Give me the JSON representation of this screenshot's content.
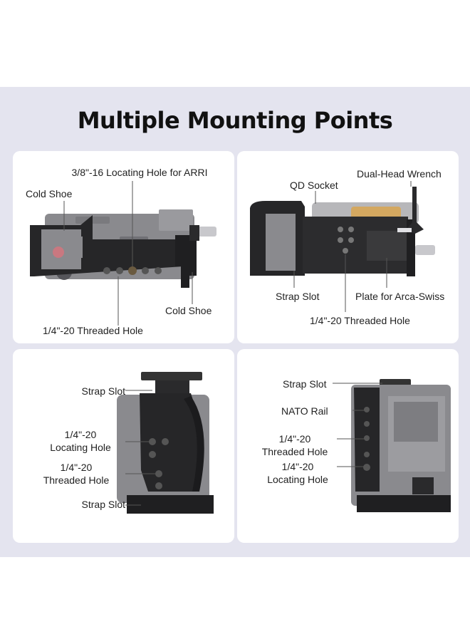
{
  "title": "Multiple Mounting Points",
  "panel_top_left": {
    "locating_hole_arri": "3/8\"-16 Locating Hole for ARRI",
    "cold_shoe_left": "Cold Shoe",
    "cold_shoe_right": "Cold Shoe",
    "threaded_hole": "1/4\"-20 Threaded Hole"
  },
  "panel_top_right": {
    "qd_socket": "QD Socket",
    "dual_head_wrench": "Dual-Head Wrench",
    "strap_slot": "Strap Slot",
    "plate_arca": "Plate for Arca-Swiss",
    "threaded_hole": "1/4\"-20 Threaded Hole"
  },
  "panel_bottom_left": {
    "strap_slot_top": "Strap Slot",
    "locating_hole_1": "1/4\"-20",
    "locating_hole_2": "Locating Hole",
    "threaded_hole_1": "1/4\"-20",
    "threaded_hole_2": "Threaded Hole",
    "strap_slot_bottom": "Strap Slot"
  },
  "panel_bottom_right": {
    "strap_slot": "Strap Slot",
    "nato_rail": "NATO Rail",
    "threaded_hole_1": "1/4\"-20",
    "threaded_hole_2": "Threaded Hole",
    "locating_hole_1": "1/4\"-20",
    "locating_hole_2": "Locating Hole"
  }
}
